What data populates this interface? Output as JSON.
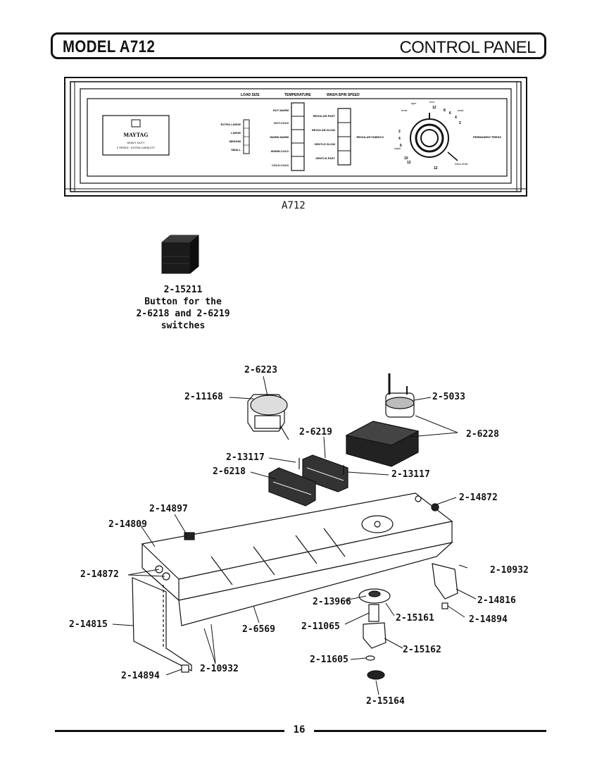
{
  "header": {
    "model_title": "MODEL A712",
    "section_title": "CONTROL PANEL"
  },
  "panel": {
    "caption": "A712",
    "headings": [
      "LOAD SIZE",
      "TEMPERATURE",
      "WASH-SPIN SPEED"
    ],
    "brand": "MAYTAG",
    "brand_sub1": "HEAVY DUTY",
    "brand_sub2": "2 SPEED · EXTRA CAPACITY",
    "load_sizes": [
      "EXTRA LARGE",
      "LARGE",
      "MEDIUM",
      "SMALL"
    ],
    "temperatures": [
      "HOT-WARM",
      "HOT-COLD",
      "WARM-WARM",
      "WARM-COLD",
      "COLD-COLD"
    ],
    "speeds": [
      "REGULAR-FAST",
      "REGULAR-SLOW",
      "GENTLE-SLOW",
      "GENTLE-FAST"
    ],
    "dial_side_left": "REGULAR FABRICS",
    "dial_side_right": "PERMANENT PRESS",
    "dial_top_labels": [
      "rinse",
      "spin",
      "end",
      "soak",
      "wash"
    ],
    "dial_bottom_label": "extra rinse",
    "dial_numbers": [
      "12",
      "2",
      "4",
      "6",
      "8",
      "10",
      "12",
      "2",
      "4",
      "6",
      "12"
    ]
  },
  "button_part": {
    "number": "2-15211",
    "description_lines": [
      "Button for the",
      "2-6218 and 2-6219",
      "switches"
    ]
  },
  "callouts": [
    "2-6223",
    "2-11168",
    "2-5033",
    "2-6219",
    "2-6228",
    "2-13117",
    "2-6218",
    "2-13117",
    "2-14872",
    "2-14897",
    "2-14809",
    "2-10932",
    "2-14872",
    "2-14816",
    "2-13966",
    "2-14894",
    "2-15161",
    "2-11065",
    "2-14815",
    "2-6569",
    "2-15162",
    "2-11605",
    "2-14894",
    "2-10932",
    "2-15164"
  ],
  "footer": {
    "page_number": "16"
  }
}
